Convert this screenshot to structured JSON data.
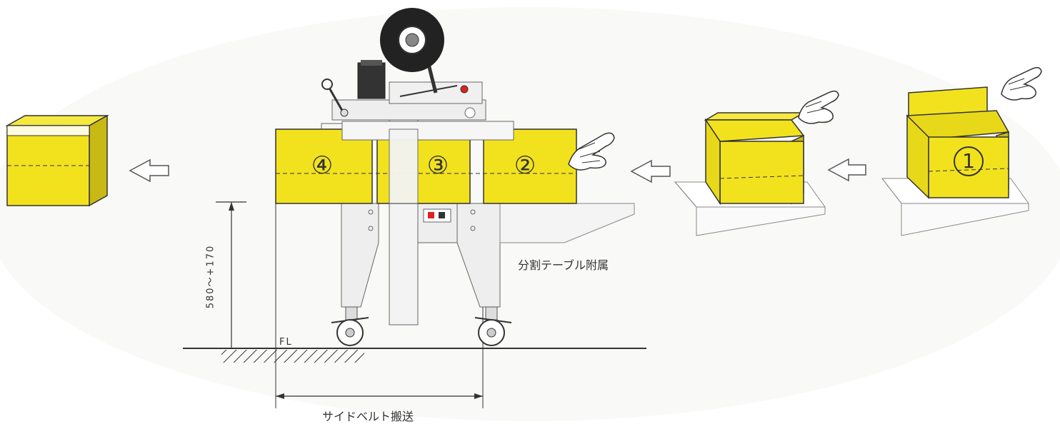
{
  "labels": {
    "split_table": "分割テーブル附属",
    "side_belt": "サイドベルト搬送",
    "height": "580～+170",
    "floor": "FL"
  },
  "stations": [
    "④",
    "③",
    "②"
  ],
  "input_box_number": "1",
  "colors": {
    "box_yellow": "#f2e21e",
    "line": "#333333",
    "machine": "#eeeeee"
  }
}
